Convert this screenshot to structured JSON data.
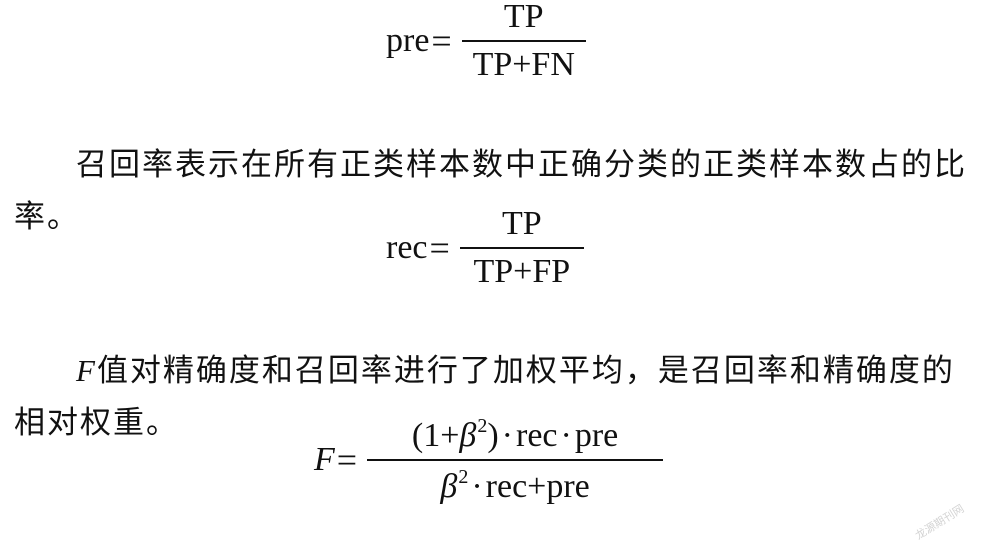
{
  "formulas": {
    "precision": {
      "lhs": "pre",
      "equals": "=",
      "numerator": "TP",
      "denominator": "TP+FN"
    },
    "recall": {
      "lhs": "rec",
      "equals": "=",
      "numerator": "TP",
      "denominator": "TP+FP"
    },
    "f_measure": {
      "lhs": "F",
      "equals": "=",
      "numerator": {
        "open": "(1+",
        "beta": "β",
        "power": "2",
        "close": ")",
        "dot": "·",
        "rec": "rec",
        "pre": "pre"
      },
      "denominator": {
        "beta": "β",
        "power": "2",
        "dot": "·",
        "rec": "rec",
        "plus": "+",
        "pre": "pre"
      }
    }
  },
  "paragraphs": {
    "recall_definition": "召回率表示在所有正类样本数中正确分类的正类样本数占的比率。",
    "f_definition": {
      "variable": "F",
      "text": "值对精确度和召回率进行了加权平均，是召回率和精确度的相对权重。"
    }
  },
  "watermark": "龙源期刊网"
}
